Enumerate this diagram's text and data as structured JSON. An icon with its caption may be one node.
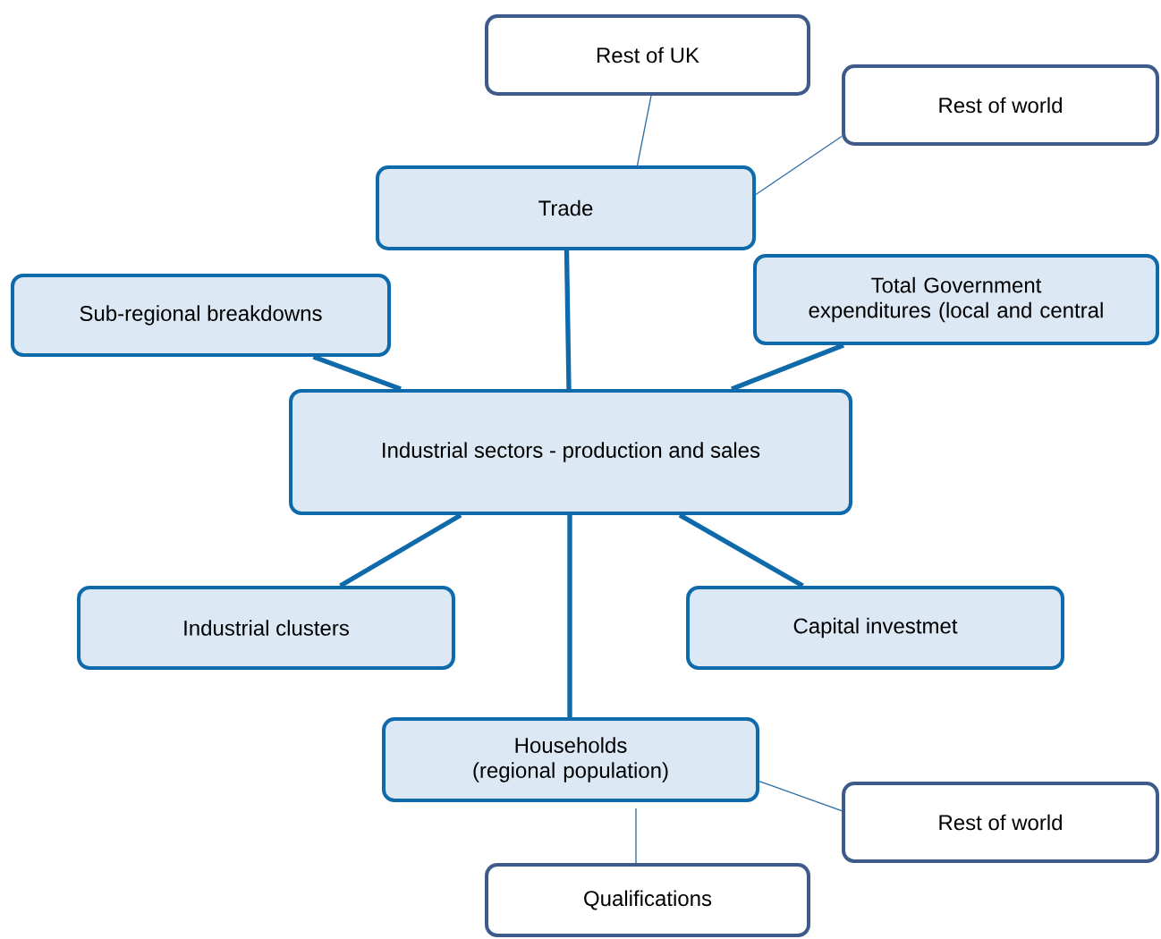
{
  "diagram": {
    "nodes": [
      {
        "text": [
          "Rest of UK"
        ]
      },
      {
        "text": [
          "Rest of world"
        ]
      },
      {
        "text": [
          "Trade"
        ]
      },
      {
        "text": [
          "Sub-regional breakdowns"
        ]
      },
      {
        "text": [
          "Total Government expenditures (local and central"
        ]
      },
      {
        "text": [
          "Industrial sectors - production and sales"
        ]
      },
      {
        "text": [
          "Industrial clusters"
        ]
      },
      {
        "text": [
          "Capital investmet"
        ]
      },
      {
        "text": [
          "Households (regional population)"
        ]
      },
      {
        "text": [
          "Rest of world"
        ]
      },
      {
        "text": [
          "Qualifications"
        ]
      }
    ],
    "edges": [
      {
        "from": 0,
        "to": 2,
        "arrow": "none"
      },
      {
        "from": 1,
        "to": 2,
        "arrow": "none"
      },
      {
        "from": 2,
        "to": 5,
        "arrow": "none"
      },
      {
        "from": 3,
        "to": 5,
        "arrow": "none"
      },
      {
        "from": 4,
        "to": 5,
        "arrow": "none"
      },
      {
        "from": 5,
        "to": 6,
        "arrow": "none"
      },
      {
        "from": 5,
        "to": 7,
        "arrow": "none"
      },
      {
        "from": 5,
        "to": 8,
        "arrow": "none"
      },
      {
        "from": 8,
        "to": 9,
        "arrow": "none"
      },
      {
        "from": 8,
        "to": 10,
        "arrow": "none"
      }
    ]
  }
}
